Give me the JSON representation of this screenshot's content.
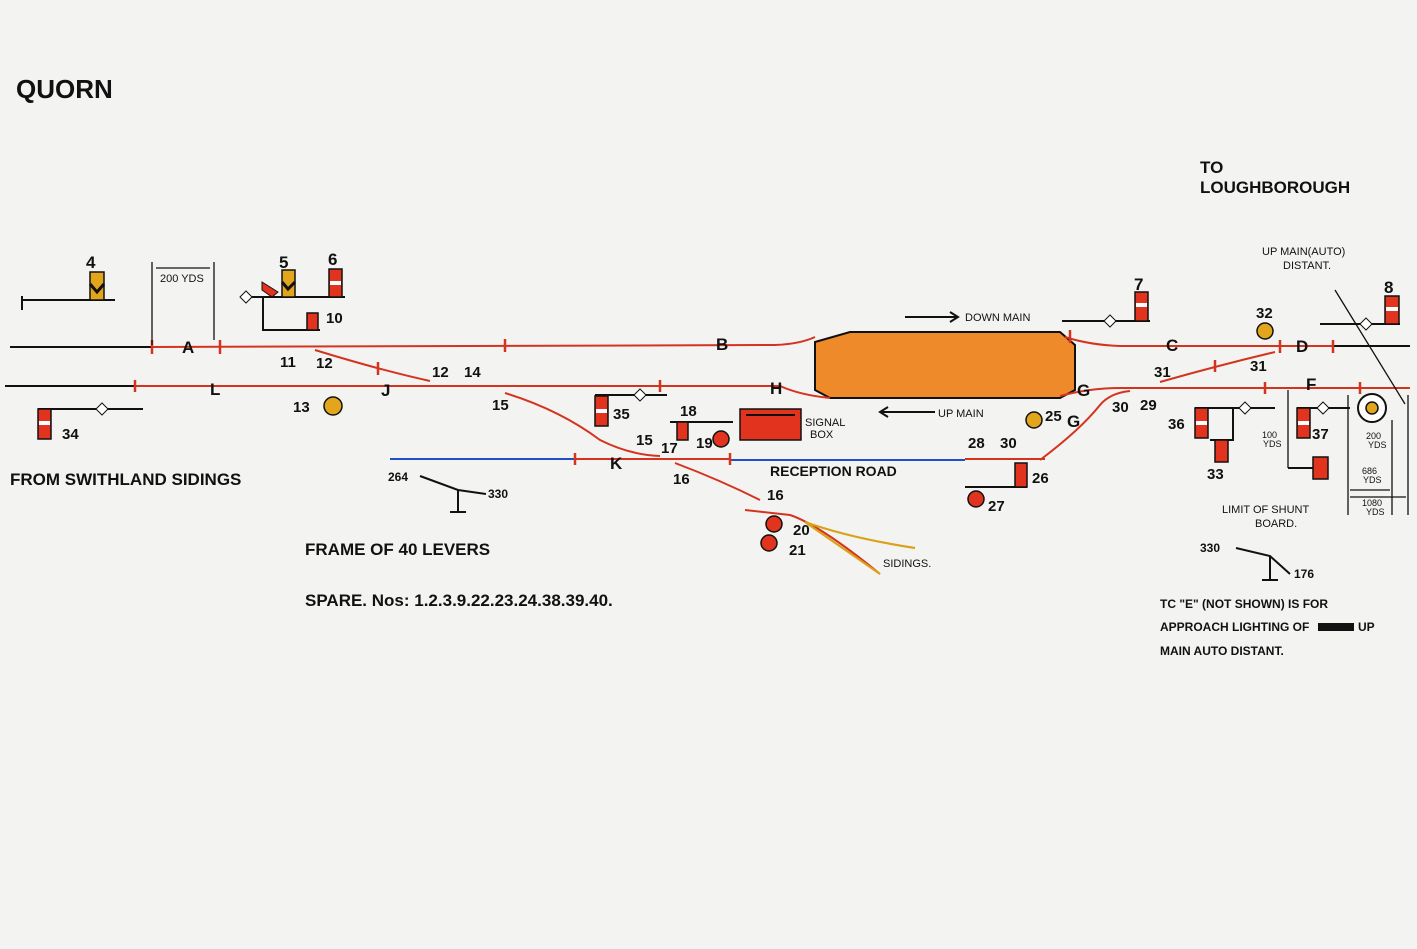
{
  "title": "QUORN",
  "destination": [
    "TO",
    "LOUGHBOROUGH"
  ],
  "origin": "FROM SWITHLAND SIDINGS",
  "frame": "FRAME OF 40 LEVERS",
  "spare": "SPARE. Nos: 1.2.3.9.22.23.24.38.39.40.",
  "track_labels": {
    "down_main": "DOWN MAIN",
    "up_main": "UP MAIN",
    "reception_road": "RECEPTION ROAD",
    "sidings": "SIDINGS.",
    "signal_box": [
      "SIGNAL",
      "BOX"
    ]
  },
  "up_main_distant": [
    "UP MAIN(AUTO)",
    "DISTANT."
  ],
  "limit_of_shunt": [
    "LIMIT OF SHUNT",
    "BOARD."
  ],
  "distances": [
    "200 YDS",
    "100",
    "YDS",
    "200",
    "YDS",
    "686",
    "YDS",
    "1080",
    "YDS"
  ],
  "track_circuits": [
    "A",
    "B",
    "C",
    "D",
    "L",
    "J",
    "H",
    "G",
    "G",
    "F",
    "K"
  ],
  "levers": [
    "4",
    "5",
    "6",
    "10",
    "7",
    "8",
    "32",
    "11",
    "12",
    "12",
    "14",
    "13",
    "15",
    "15",
    "17",
    "18",
    "19",
    "35",
    "16",
    "16",
    "20",
    "21",
    "25",
    "28",
    "30",
    "30",
    "29",
    "31",
    "31",
    "26",
    "27",
    "36",
    "33",
    "37",
    "34"
  ],
  "mileposts": [
    "264",
    "330",
    "330",
    "176"
  ],
  "note": [
    "TC \"E\" (NOT SHOWN) IS FOR",
    "APPROACH LIGHTING OF",
    "UP",
    "MAIN AUTO DISTANT."
  ],
  "colors": {
    "track_circuit": "#d4341f",
    "signal": "#e2331f",
    "distant": "#e2a51c",
    "platform": "#ee8a2a",
    "reception": "#1f4fc9",
    "sidings": "#d9a21a"
  }
}
